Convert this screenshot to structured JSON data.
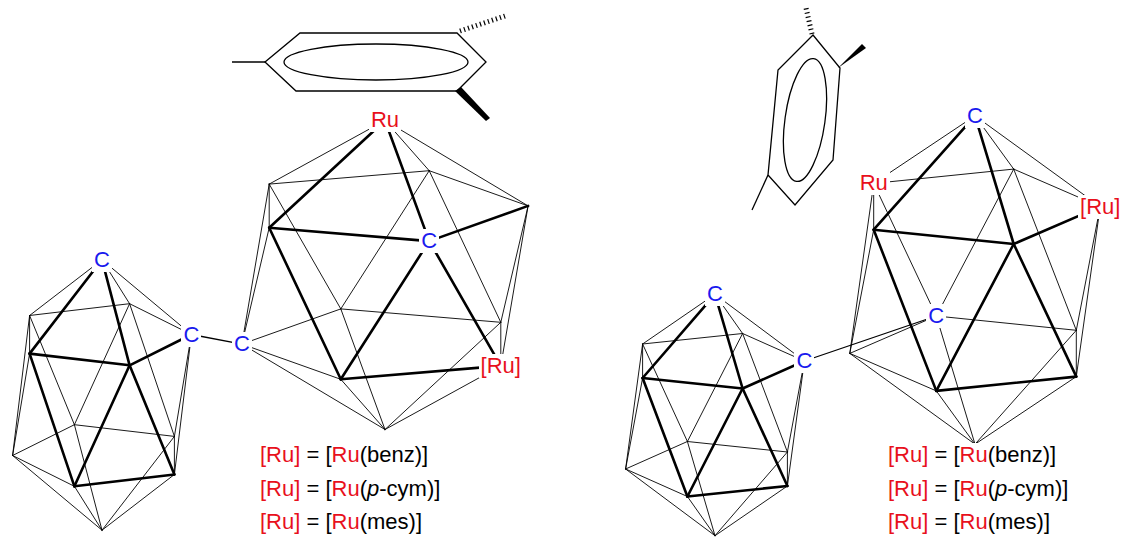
{
  "diagram": {
    "labels": [
      "Ru",
      "C",
      "C",
      "C",
      "C",
      "[Ru]",
      "[Ru] = [Ru(benz)]",
      "[Ru] = [Ru(p-cym)]",
      "[Ru] = [Ru(mes)]",
      "C",
      "Ru",
      "[Ru]",
      "C",
      "C",
      "C",
      "[Ru] = [Ru(benz)]",
      "[Ru] = [Ru(p-cym)]",
      "[Ru] = [Ru(mes)]"
    ]
  }
}
